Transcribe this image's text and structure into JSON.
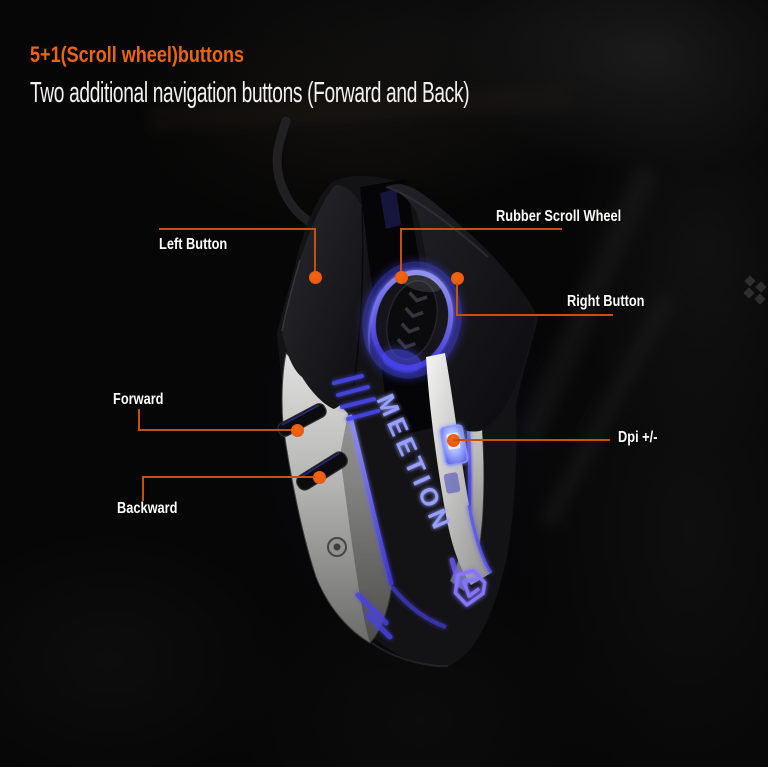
{
  "header": {
    "title": "5+1(Scroll wheel)buttons",
    "subtitle": "Two additional navigation buttons (Forward and Back)"
  },
  "callouts": {
    "left_button": {
      "label": "Left Button"
    },
    "scroll_wheel": {
      "label": "Rubber Scroll Wheel"
    },
    "right_button": {
      "label": "Right Button"
    },
    "forward": {
      "label": "Forward"
    },
    "backward": {
      "label": "Backward"
    },
    "dpi": {
      "label": "Dpi +/-"
    }
  },
  "product": {
    "brand": "MEETION"
  },
  "colors": {
    "accent_orange": "#ea650d",
    "callout_line": "#c9500b",
    "callout_dot": "#e85a0e",
    "led_blue": "#5a54ee",
    "text_white": "#f3f1ee"
  }
}
